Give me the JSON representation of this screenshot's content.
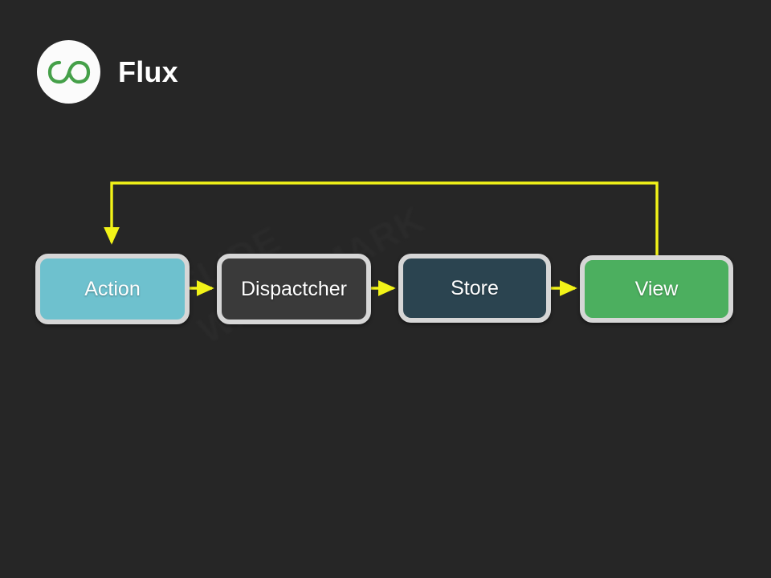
{
  "slide": {
    "background_color": "#262626",
    "watermark_text": "SLIDE\nWATERMARK"
  },
  "brand": {
    "title": "Flux",
    "logo_icon": "infinity-loop-icon",
    "logo_background": "#fbfbfb",
    "logo_color": "#45a049",
    "title_color": "#ffffff"
  },
  "diagram": {
    "type": "flowchart",
    "orientation": "left-to-right",
    "arrow_color": "#f2f318",
    "node_border_color": "#d6d6d6",
    "nodes": [
      {
        "id": "action",
        "label": "Action",
        "fill": "#6ec1ce",
        "text_color": "#ffffff"
      },
      {
        "id": "dispatcher",
        "label": "Dispactcher",
        "fill": "#3a3a3a",
        "text_color": "#ffffff"
      },
      {
        "id": "store",
        "label": "Store",
        "fill": "#2b4450",
        "text_color": "#ffffff"
      },
      {
        "id": "view",
        "label": "View",
        "fill": "#4caf5f",
        "text_color": "#ffffff"
      }
    ],
    "edges": [
      {
        "from": "action",
        "to": "dispatcher",
        "label": ""
      },
      {
        "from": "dispatcher",
        "to": "store",
        "label": ""
      },
      {
        "from": "store",
        "to": "view",
        "label": ""
      },
      {
        "from": "view",
        "to": "action",
        "label": "",
        "style": "feedback-loop"
      }
    ]
  }
}
